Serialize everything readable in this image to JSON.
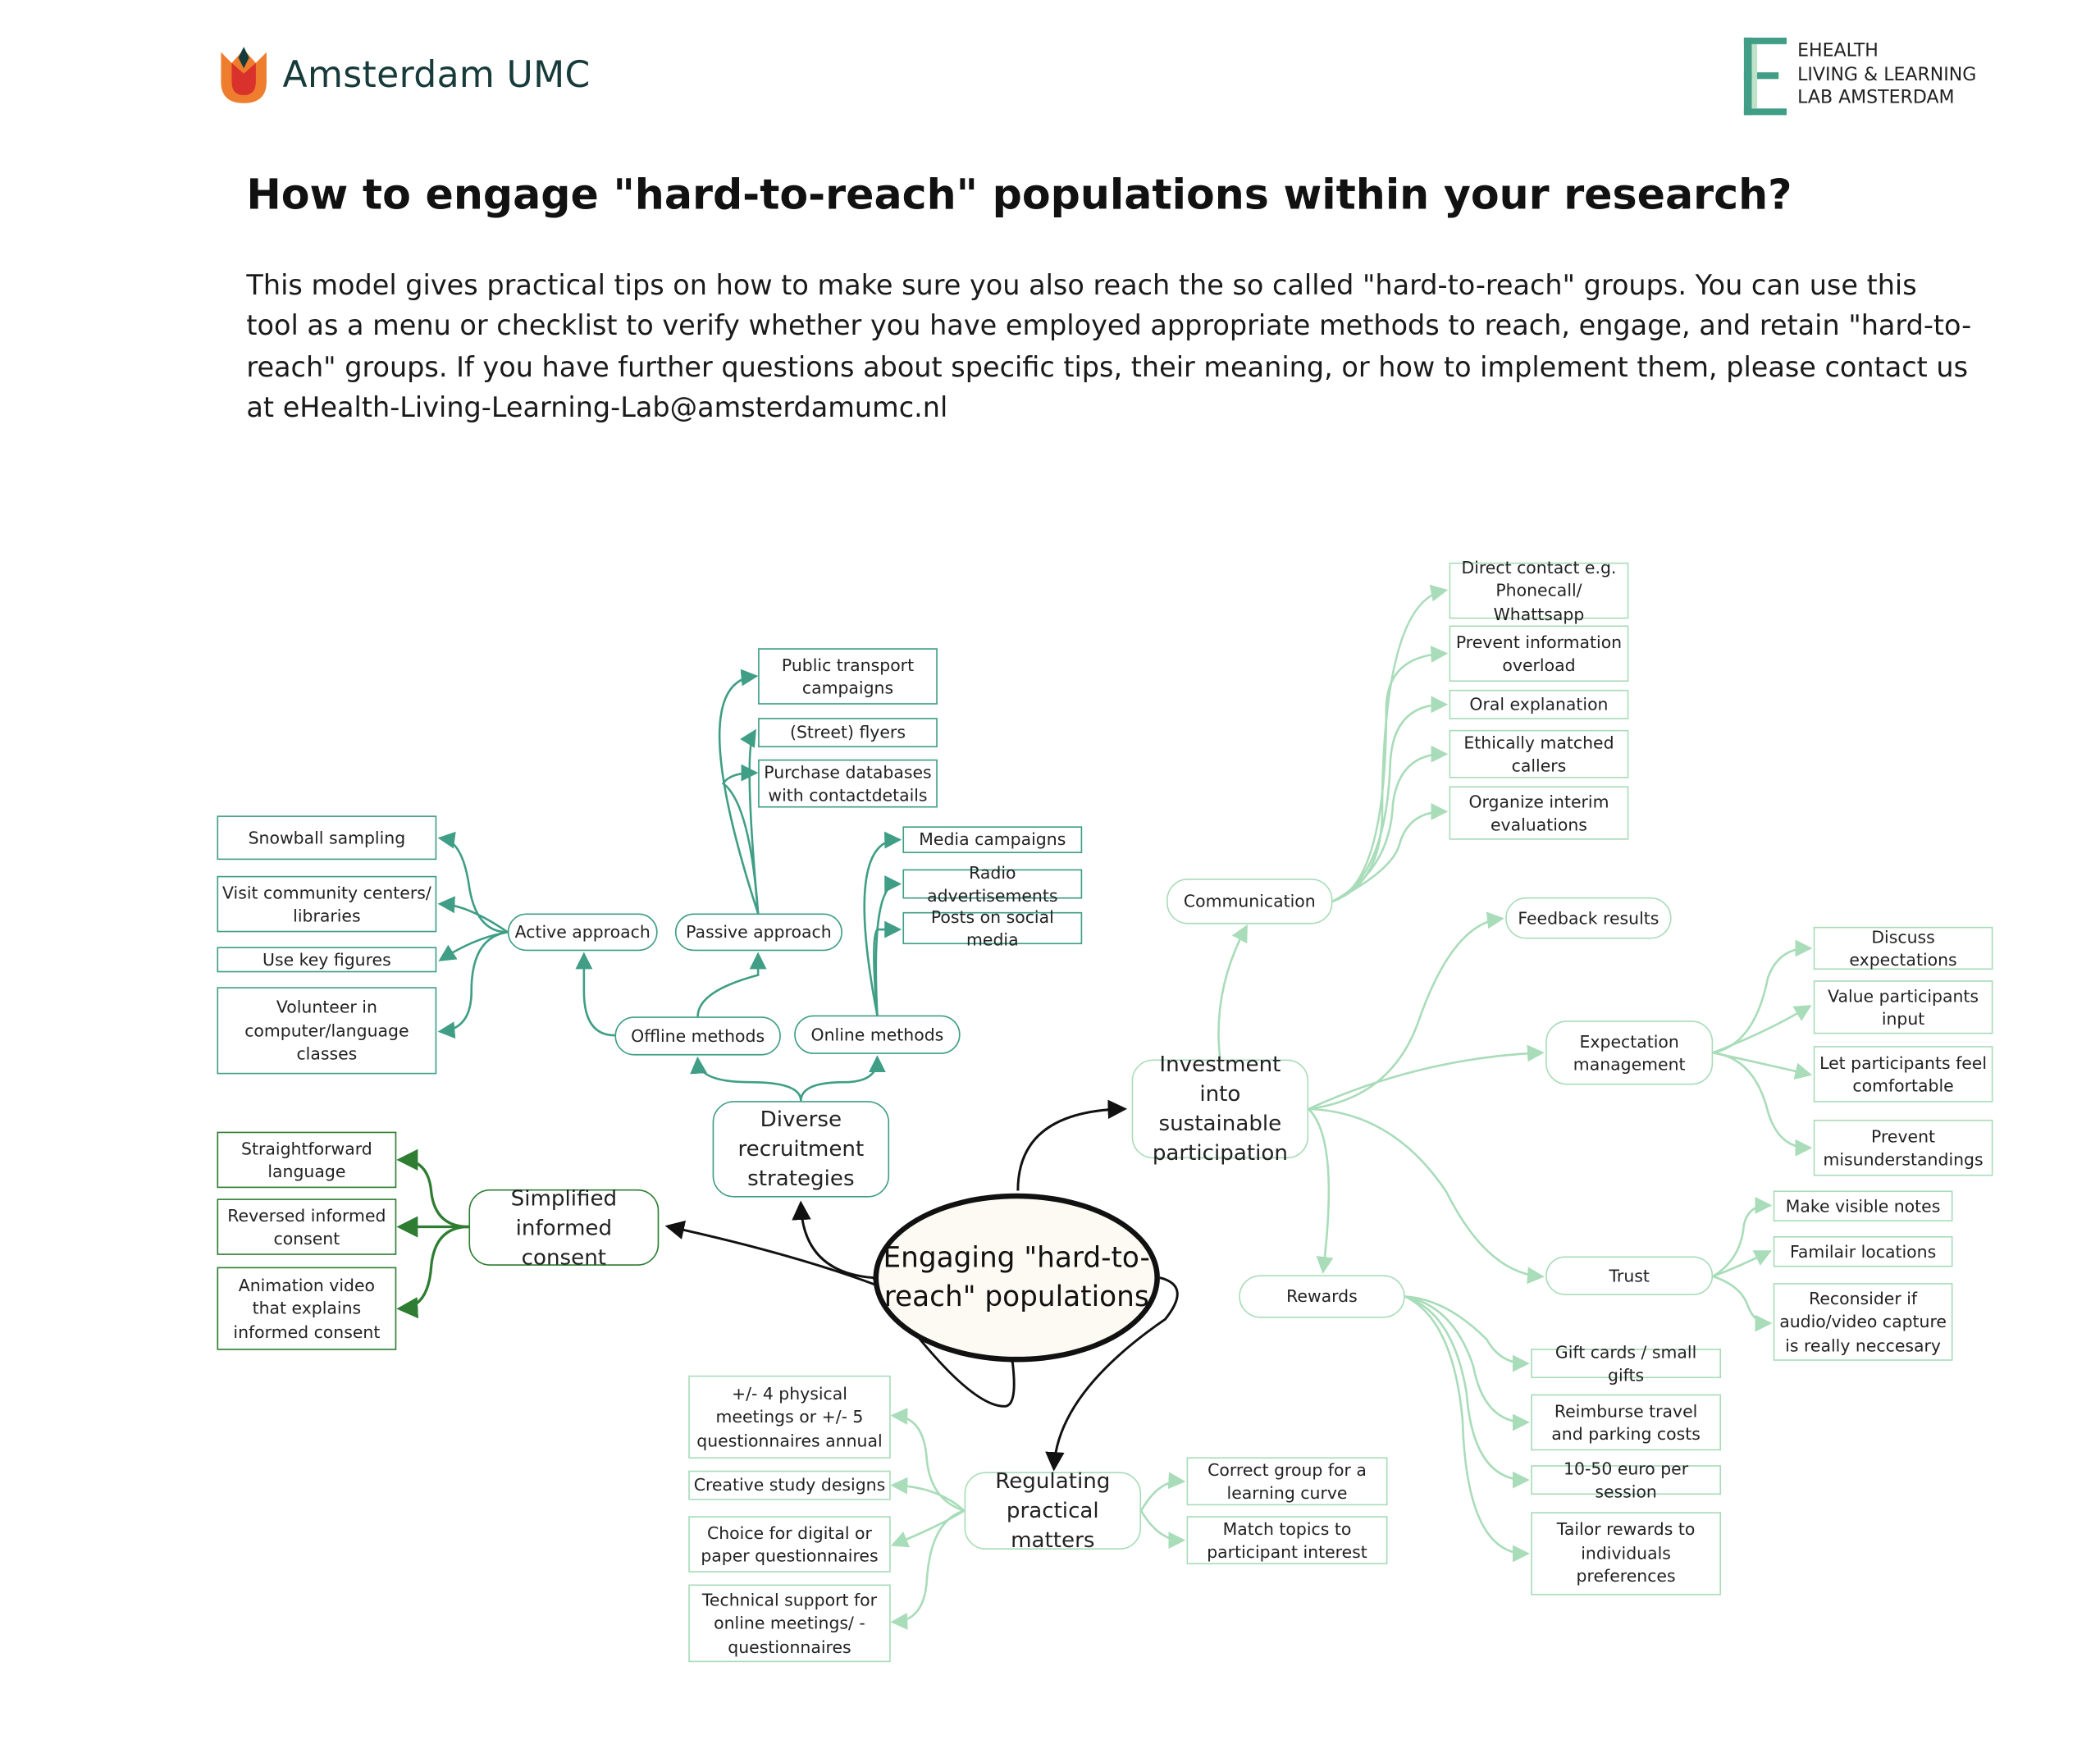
{
  "header": {
    "org_logo": "Amsterdam UMC",
    "lab_logo": [
      "EHEALTH",
      "LIVING & LEARNING",
      "LAB AMSTERDAM"
    ]
  },
  "title": "How to engage \"hard-to-reach\" populations within your research?",
  "intro": "This model gives practical tips on how to make sure you also reach the so called \"hard-to-reach\" groups. You can use this tool as a menu or checklist to verify whether you have employed appropriate methods to reach, engage, and retain \"hard-to-reach\" groups. If you have further questions about specific tips, their meaning, or how to implement them, please contact us at eHealth-Living-Learning-Lab@amsterdamumc.nl",
  "colors": {
    "recruitment": "#3f9e85",
    "consent": "#2e7d32",
    "light": "#a9dcb9",
    "center_fill": "#fcfaf2"
  },
  "center": "Engaging \"hard-to-reach\" populations",
  "recruitment": {
    "label": "Diverse recruitment strategies",
    "offline": "Offline methods",
    "online": "Online methods",
    "active": "Active approach",
    "passive": "Passive approach",
    "active_items": [
      "Snowball sampling",
      "Visit community centers/ libraries",
      "Use key figures",
      "Volunteer in computer/language classes"
    ],
    "passive_items": [
      "Public transport campaigns",
      "(Street) flyers",
      "Purchase databases with contactdetails"
    ],
    "online_items": [
      "Media campaigns",
      "Radio advertisements",
      "Posts on social media"
    ]
  },
  "consent": {
    "label": "Simplified informed consent",
    "items": [
      "Straightforward language",
      "Reversed informed consent",
      "Animation video that explains informed consent"
    ]
  },
  "practical": {
    "label": "Regulating practical matters",
    "left_items": [
      "+/- 4 physical meetings or +/- 5 questionnaires annual",
      "Creative study designs",
      "Choice for digital or paper questionnaires",
      "Technical support for online meetings/ -questionnaires"
    ],
    "right_items": [
      "Correct group for a learning curve",
      "Match topics to participant interest"
    ]
  },
  "investment": {
    "label": "Investment into sustainable participation",
    "communication": "Communication",
    "communication_items": [
      "Direct contact e.g. Phonecall/ Whattsapp",
      "Prevent information overload",
      "Oral explanation",
      "Ethically matched callers",
      "Organize interim evaluations"
    ],
    "feedback": "Feedback results",
    "expectation": "Expectation management",
    "expectation_items": [
      "Discuss expectations",
      "Value participants input",
      "Let participants feel comfortable",
      "Prevent misunderstandings"
    ],
    "trust": "Trust",
    "trust_items": [
      "Make visible notes",
      "Familair locations",
      "Reconsider if audio/video capture is really neccesary"
    ],
    "rewards": "Rewards",
    "rewards_items": [
      "Gift cards / small gifts",
      "Reimburse travel and parking costs",
      "10-50 euro per session",
      "Tailor rewards to individuals preferences"
    ]
  }
}
